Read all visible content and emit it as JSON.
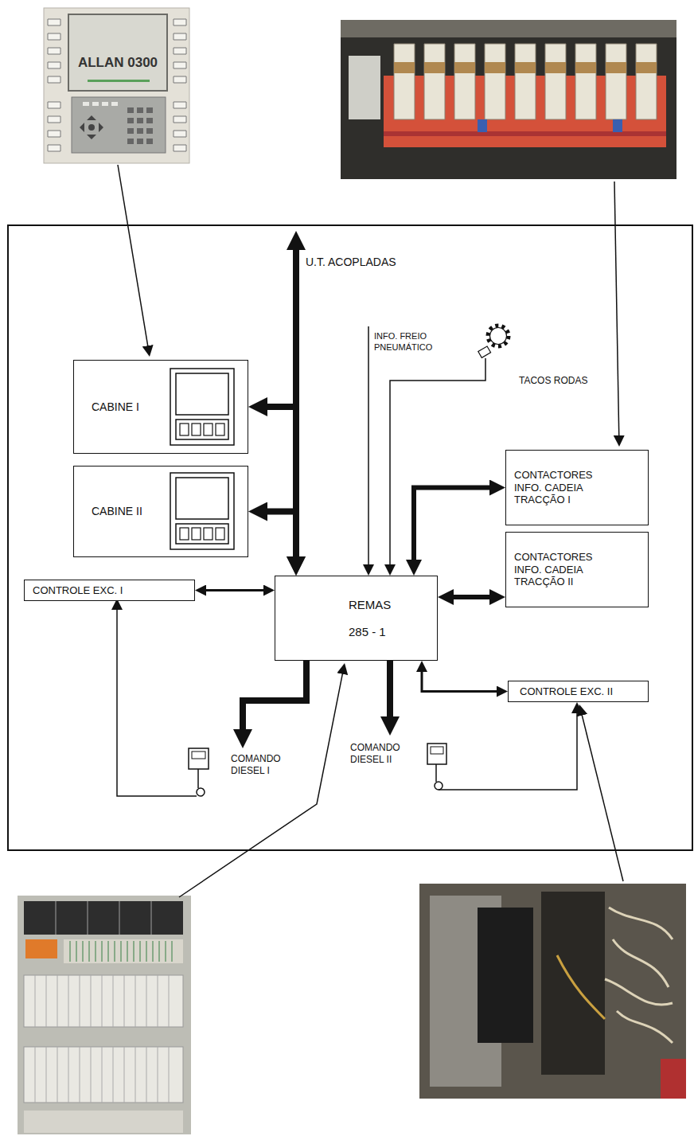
{
  "diagram": {
    "nodes": [
      {
        "text": [
          "CABINE I"
        ]
      },
      {
        "text": [
          "CONTACTORES INFO. CADEIA TRACÇÃO I"
        ]
      },
      {
        "text": [
          "CABINE II"
        ]
      },
      {
        "text": [
          "CONTACTORES INFO. CADEIA TRACÇÃO II"
        ]
      },
      {
        "text": [
          "CONTROLE EXC. I"
        ]
      },
      {
        "text": [
          "REMAS",
          "285 - 1"
        ]
      },
      {
        "text": [
          "CONTROLE EXC. II"
        ]
      }
    ],
    "edges": [
      {
        "from": 5,
        "to": 0,
        "arrow": "both"
      },
      {
        "from": 5,
        "to": 2,
        "arrow": "both"
      },
      {
        "from": 5,
        "to": 1,
        "arrow": "both"
      },
      {
        "from": 5,
        "to": 3,
        "arrow": "both"
      },
      {
        "from": 5,
        "to": 4,
        "arrow": "both"
      },
      {
        "from": 5,
        "to": 6,
        "arrow": "both"
      }
    ],
    "labels": [
      "ALLAN 0300",
      "U.T. ACOPLADAS",
      "INFO. FREIO PNEUMÁTICO",
      "TACOS RODAS",
      "COMANDO DIESEL I",
      "COMANDO DIESEL II"
    ]
  }
}
